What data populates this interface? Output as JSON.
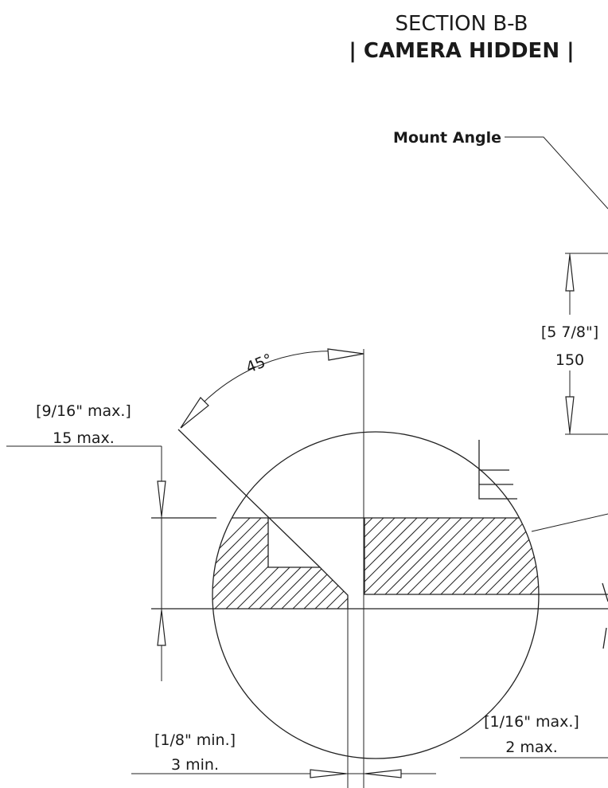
{
  "section": {
    "title": "SECTION B-B",
    "subtitle": "| CAMERA HIDDEN |"
  },
  "callouts": {
    "mount_angle": "Mount Angle"
  },
  "dimensions": {
    "angle": "45°",
    "height_in": "[5 7/8\"]",
    "height_mm": "150",
    "top_thickness_in": "[9/16\" max.]",
    "top_thickness_mm": "15 max.",
    "gap_in": "[1/8\" min.]",
    "gap_mm": "3 min.",
    "step_in": "[1/16\" max.]",
    "step_mm": "2 max."
  }
}
